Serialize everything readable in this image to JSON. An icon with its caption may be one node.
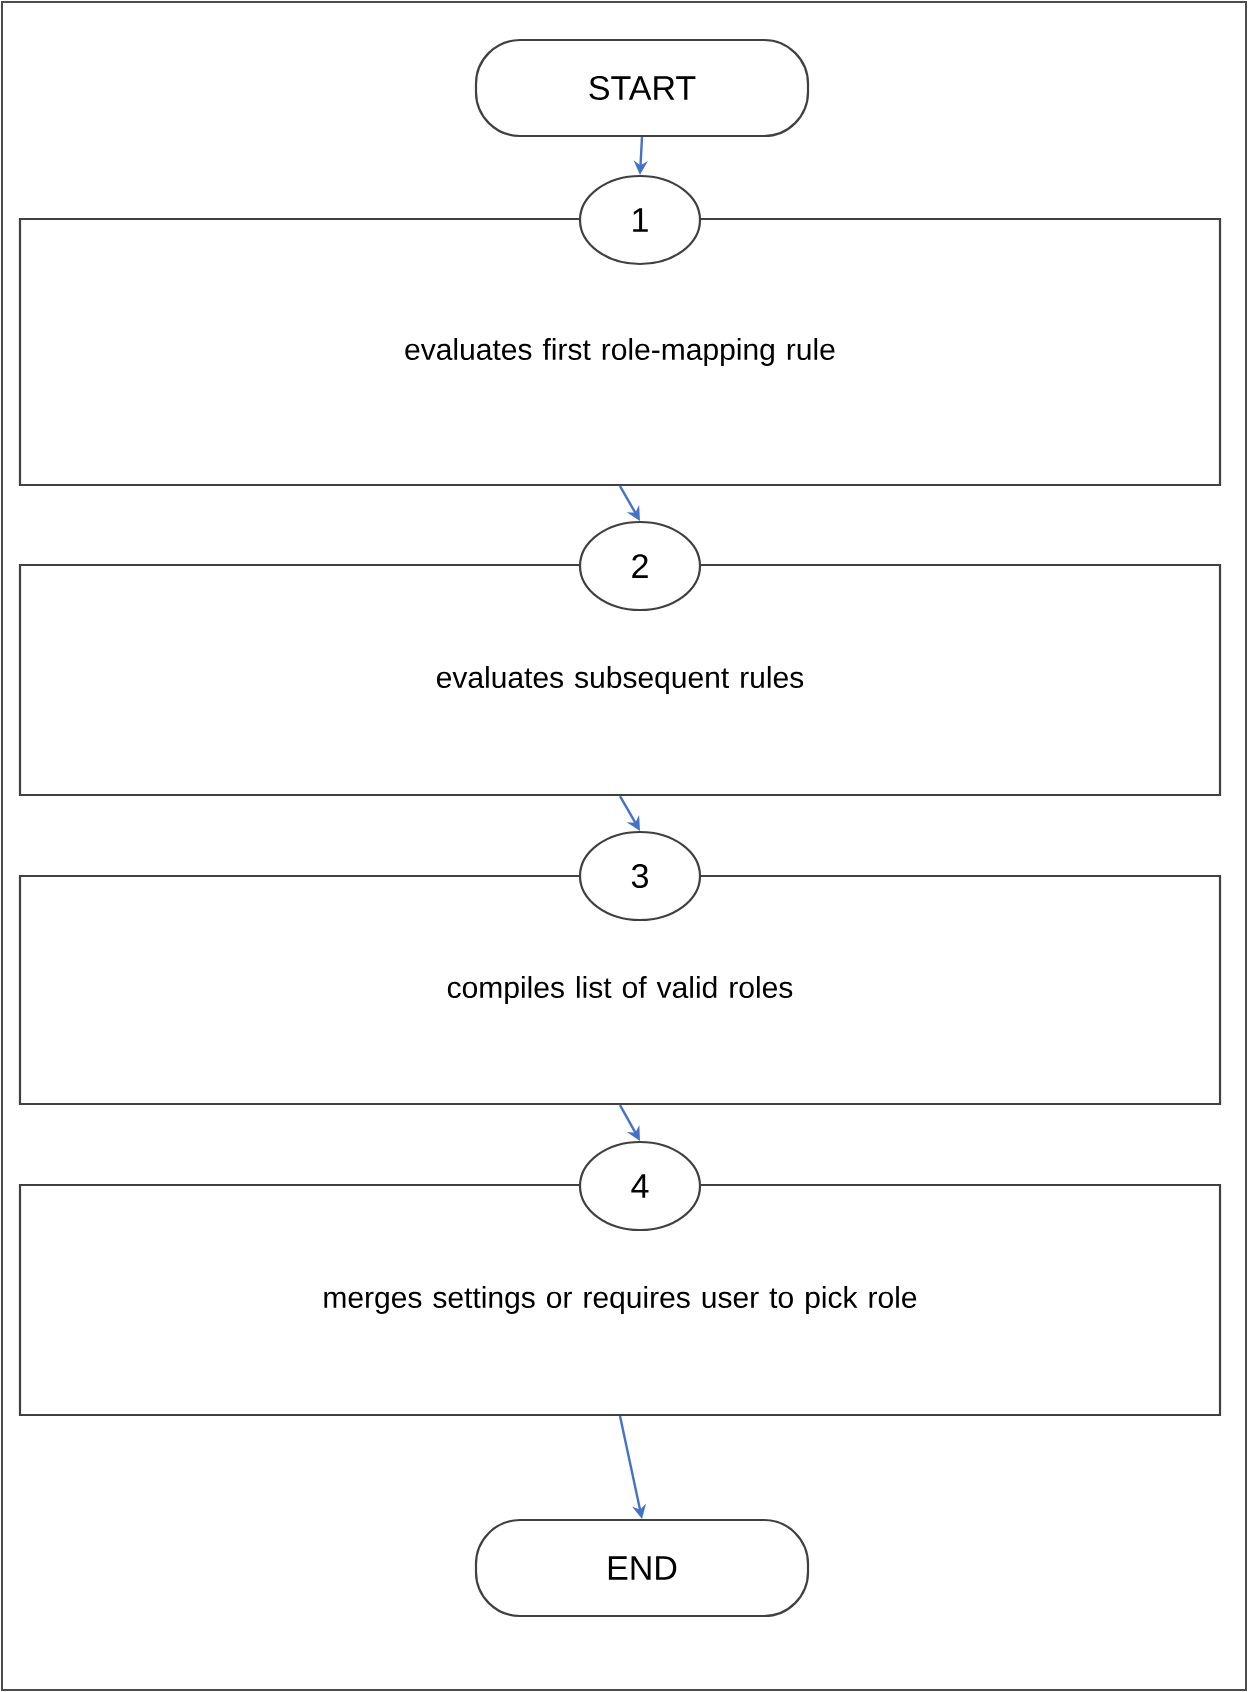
{
  "diagram": {
    "nodes": [
      {
        "text": [
          "START"
        ]
      },
      {
        "text": [
          "1"
        ]
      },
      {
        "text": [
          "evaluates first role-mapping rule"
        ]
      },
      {
        "text": [
          "2"
        ]
      },
      {
        "text": [
          "evaluates subsequent rules"
        ]
      },
      {
        "text": [
          "3"
        ]
      },
      {
        "text": [
          "compiles list of valid roles"
        ]
      },
      {
        "text": [
          "4"
        ]
      },
      {
        "text": [
          "merges settings or requires user to pick role"
        ]
      },
      {
        "text": [
          "END"
        ]
      }
    ],
    "edges": [
      {
        "from": 0,
        "to": 1,
        "arrow": "to"
      },
      {
        "from": 2,
        "to": 3,
        "arrow": "to"
      },
      {
        "from": 4,
        "to": 5,
        "arrow": "to"
      },
      {
        "from": 6,
        "to": 7,
        "arrow": "to"
      },
      {
        "from": 8,
        "to": 9,
        "arrow": "to"
      }
    ]
  }
}
